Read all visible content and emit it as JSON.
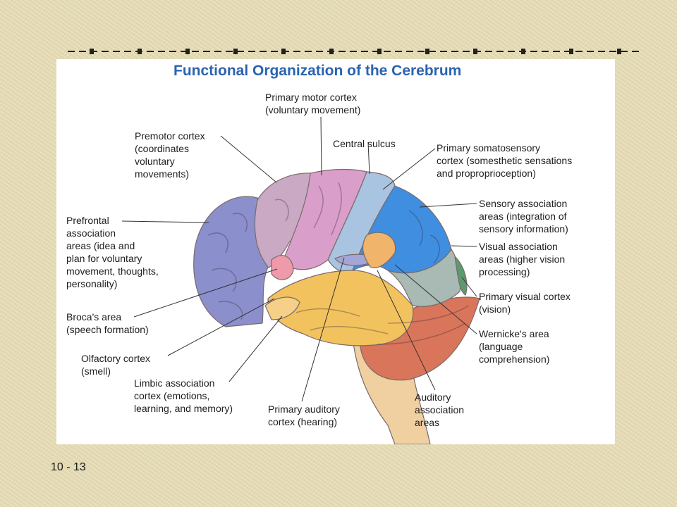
{
  "title": "Functional Organization of the Cerebrum",
  "slide_number": "10 - 13",
  "labels": {
    "primary_motor": "Primary motor cortex\n(voluntary movement)",
    "premotor": "Premotor cortex\n(coordinates\nvoluntary\nmovements)",
    "central_sulcus": "Central sulcus",
    "somatosensory": "Primary somatosensory\ncortex (somesthetic sensations\nand proproprioception)",
    "prefrontal": "Prefrontal\nassociation\nareas (idea and\nplan for voluntary\nmovement, thoughts,\npersonality)",
    "sensory_association": "Sensory association\nareas (integration of\nsensory information)",
    "visual_association": "Visual association\nareas (higher vision\nprocessing)",
    "broca": "Broca's area\n(speech formation)",
    "primary_visual": "Primary visual cortex\n(vision)",
    "wernicke": "Wernicke's area\n(language\ncomprehension)",
    "olfactory": "Olfactory cortex\n(smell)",
    "limbic": "Limbic association\ncortex (emotions,\nlearning, and memory)",
    "primary_auditory": "Primary auditory\ncortex (hearing)",
    "auditory_association": "Auditory\nassociation\nareas"
  },
  "colors": {
    "title": "#2b63b0",
    "background": "#e6dcb4",
    "divider": "#222222",
    "prefrontal": "#8b8fcc",
    "premotor": "#c9a9c4",
    "motor": "#d99ec9",
    "somatosensory": "#a8c4e0",
    "sensory_association": "#3f8ee0",
    "visual_association": "#a9b9b4",
    "primary_visual": "#5a9a6e",
    "temporal": "#f2c25e",
    "limbic": "#f5d088",
    "broca": "#ee9aab",
    "auditory": "#a3a6d6",
    "wernicke": "#f0b46a",
    "cerebellum": "#d9755a",
    "brainstem": "#f0cfa0"
  }
}
